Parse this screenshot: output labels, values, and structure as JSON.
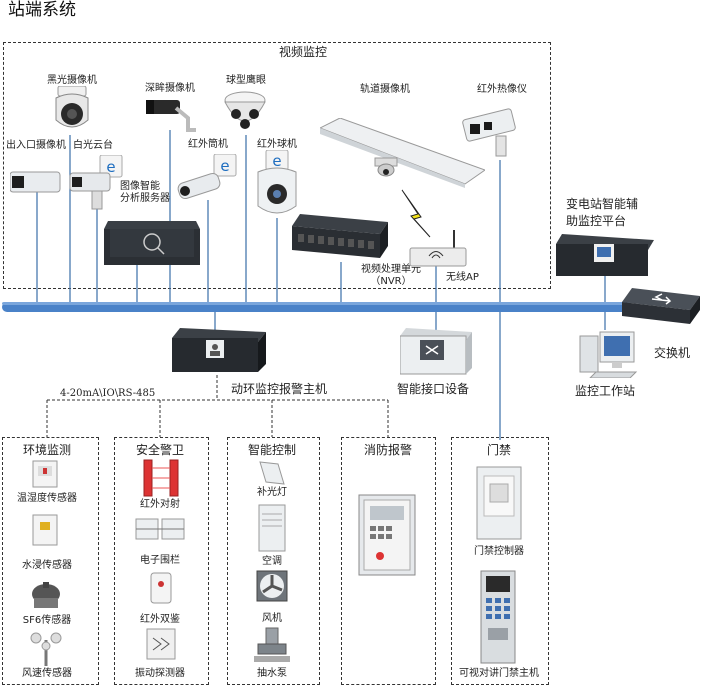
{
  "title": "站端系统",
  "video_group": {
    "title": "视频监控",
    "devices": {
      "black_light_camera": "黑光摄像机",
      "deep_eye_camera": "深眸摄像机",
      "spherical_eagle_eye": "球型鹰眼",
      "track_camera": "轨道摄像机",
      "ir_thermal_imager": "红外热像仪",
      "entrance_camera": "出入口摄像机",
      "white_light_ptz": "白光云台",
      "image_analysis_server": "图像智能\n分析服务器",
      "ir_bullet": "红外筒机",
      "ir_dome": "红外球机",
      "nvr": "视频处理单元\n（NVR）",
      "wireless_ap": "无线AP"
    }
  },
  "platform": "变电站智能辅\n助监控平台",
  "switch": "交换机",
  "workstation": "监控工作站",
  "alarm_host": "动环监控报警主机",
  "interface_device": "智能接口设备",
  "bus_protocol": "4-20mA\\IO\\RS-485",
  "subsystems": {
    "env": {
      "title": "环境监测",
      "items": [
        "温湿度传感器",
        "水浸传感器",
        "SF6传感器",
        "风速传感器"
      ]
    },
    "security": {
      "title": "安全警卫",
      "items": [
        "红外对射",
        "电子围栏",
        "红外双鉴",
        "振动探测器"
      ]
    },
    "control": {
      "title": "智能控制",
      "items": [
        "补光灯",
        "空调",
        "风机",
        "抽水泵"
      ]
    },
    "fire": {
      "title": "消防报警"
    },
    "access": {
      "title": "门禁",
      "items": [
        "门禁控制器",
        "可视对讲门禁主机"
      ]
    }
  },
  "colors": {
    "bus": "#4a82c8",
    "bus_dark": "#2d5f9e",
    "line": "#3a6ea8",
    "device_dark": "#2e3238",
    "device_light": "#e8ecef"
  }
}
